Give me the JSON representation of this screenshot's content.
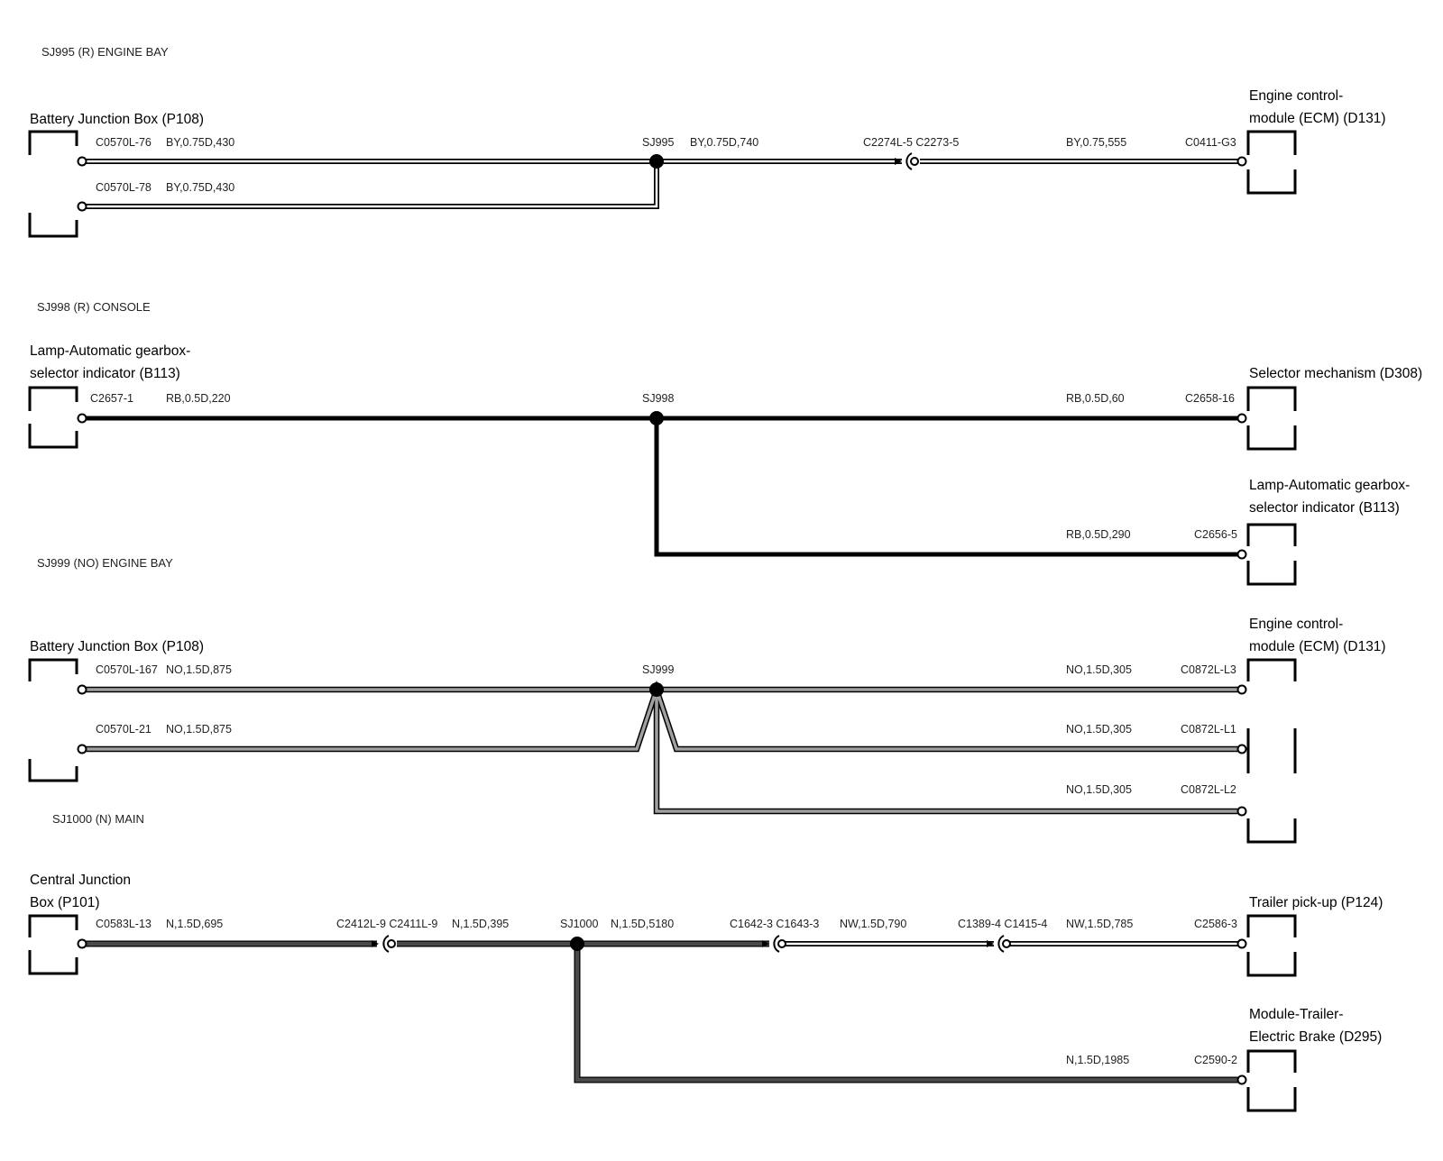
{
  "colors": {
    "BY": "#ffffff",
    "RB": "#000000",
    "NO": "#a0a0a0",
    "N": "#4a4a4a",
    "NW": "#ffffff",
    "outline": "#000000"
  },
  "sections": [
    {
      "header": "SJ995 (R) ENGINE BAY",
      "splice": "SJ995",
      "components": [
        {
          "lines": [
            "Battery Junction Box (P108)"
          ]
        },
        {
          "lines": [
            "Engine control-",
            "module (ECM) (D131)"
          ]
        }
      ],
      "labels": [
        "C0570L-76",
        "BY,0.75D,430",
        "C0570L-78",
        "BY,0.75D,430",
        "BY,0.75D,740",
        "C2274L-5 C2273-5",
        "BY,0.75,555",
        "C0411-G3"
      ]
    },
    {
      "header": "SJ998 (R) CONSOLE",
      "splice": "SJ998",
      "components": [
        {
          "lines": [
            "Lamp-Automatic gearbox-",
            "selector indicator (B113)"
          ]
        },
        {
          "lines": [
            "Selector mechanism (D308)"
          ]
        },
        {
          "lines": [
            "Lamp-Automatic gearbox-",
            "selector indicator (B113)"
          ]
        }
      ],
      "labels": [
        "C2657-1",
        "RB,0.5D,220",
        "RB,0.5D,60",
        "C2658-16",
        "RB,0.5D,290",
        "C2656-5"
      ]
    },
    {
      "header": "SJ999 (NO) ENGINE BAY",
      "splice": "SJ999",
      "components": [
        {
          "lines": [
            "Battery Junction Box (P108)"
          ]
        },
        {
          "lines": [
            "Engine control-",
            "module (ECM) (D131)"
          ]
        }
      ],
      "labels": [
        "C0570L-167",
        "NO,1.5D,875",
        "C0570L-21",
        "NO,1.5D,875",
        "NO,1.5D,305",
        "C0872L-L3",
        "NO,1.5D,305",
        "C0872L-L1",
        "NO,1.5D,305",
        "C0872L-L2"
      ]
    },
    {
      "header": "SJ1000 (N) MAIN",
      "splice": "SJ1000",
      "components": [
        {
          "lines": [
            "Central Junction",
            "Box (P101)"
          ]
        },
        {
          "lines": [
            "Trailer pick-up (P124)"
          ]
        },
        {
          "lines": [
            "Module-Trailer-",
            "Electric Brake (D295)"
          ]
        }
      ],
      "labels": [
        "C0583L-13",
        "N,1.5D,695",
        "C2412L-9 C2411L-9",
        "N,1.5D,395",
        "N,1.5D,5180",
        "C1642-3 C1643-3",
        "NW,1.5D,790",
        "C1389-4 C1415-4",
        "NW,1.5D,785",
        "C2586-3",
        "N,1.5D,1985",
        "C2590-2"
      ]
    }
  ]
}
